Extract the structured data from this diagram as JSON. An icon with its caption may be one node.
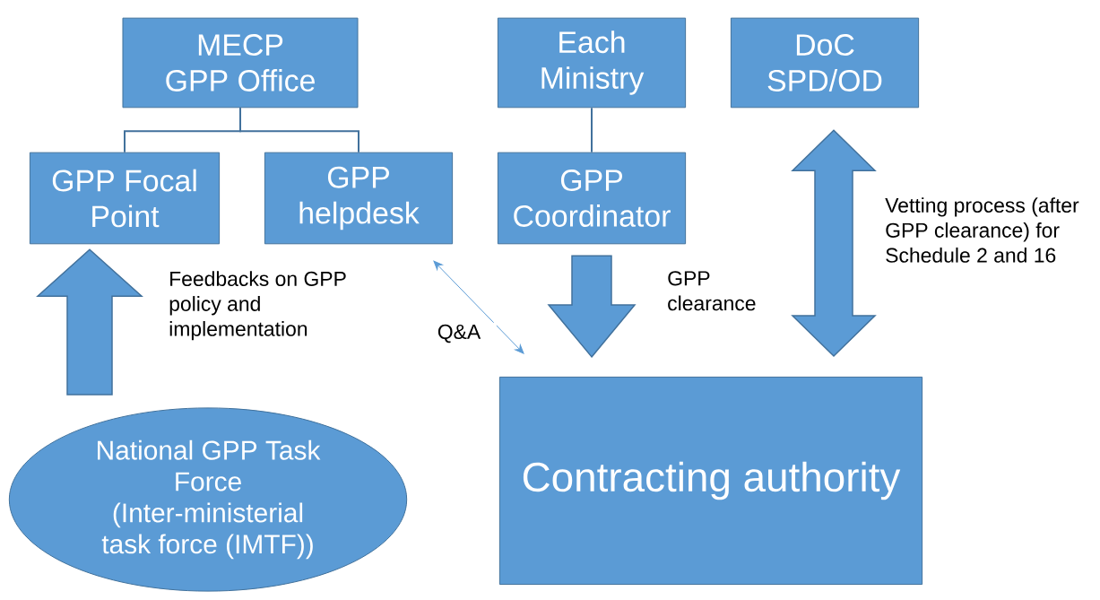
{
  "diagram": {
    "nodes": [
      {
        "text": [
          "MECP GPP Office"
        ]
      },
      {
        "text": [
          "Each Ministry"
        ]
      },
      {
        "text": [
          "DoC SPD/OD"
        ]
      },
      {
        "text": [
          "GPP Focal Point"
        ]
      },
      {
        "text": [
          "GPP helpdesk"
        ]
      },
      {
        "text": [
          "GPP Coordinator"
        ]
      },
      {
        "text": [
          "National GPP Task Force (Inter-ministerial task force (IMTF))"
        ]
      },
      {
        "text": [
          "Contracting authority"
        ]
      }
    ],
    "edges": [
      {
        "from": 0,
        "to": 3,
        "arrow": "none"
      },
      {
        "from": 0,
        "to": 4,
        "arrow": "none"
      },
      {
        "from": 1,
        "to": 5,
        "arrow": "none"
      },
      {
        "from": 6,
        "to": 3,
        "arrow": "to",
        "style": "thick",
        "label": "Feedbacks on GPP policy and implementation"
      },
      {
        "from": 4,
        "to": 7,
        "arrow": "both",
        "color": "#5b9bd5",
        "label": "Q&A"
      },
      {
        "from": 5,
        "to": 7,
        "arrow": "to",
        "style": "thick",
        "label": "GPP clearance"
      },
      {
        "from": 2,
        "to": 7,
        "arrow": "both",
        "style": "thick",
        "label": "Vetting process (after GPP clearance) for Schedule 2 and 16"
      }
    ]
  }
}
